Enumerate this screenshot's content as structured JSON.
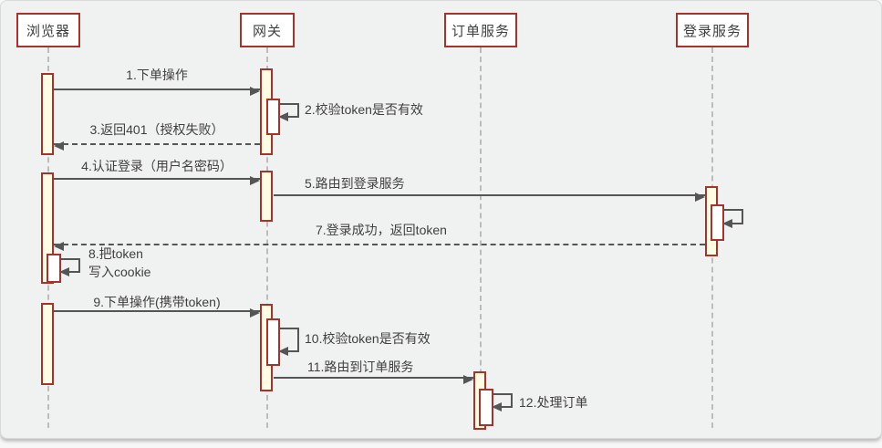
{
  "diagram_type": "uml-sequence",
  "colors": {
    "background": "#f0f1f1",
    "actor_border": "#a5332d",
    "actor_fill": "#ffffff",
    "activation_fill": "#fffce3",
    "activation_border": "#a5332d",
    "message_line": "#555555",
    "lifeline": "#bcbcbc",
    "text": "#3f3f3f"
  },
  "actors": [
    {
      "name": "浏览器"
    },
    {
      "name": "网关"
    },
    {
      "name": "订单服务"
    },
    {
      "name": "登录服务"
    }
  ],
  "messages": {
    "m1": "1.下单操作",
    "m2": "2.校验token是否有效",
    "m3": "3.返回401（授权失败）",
    "m4": "4.认证登录（用户名密码）",
    "m5": "5.路由到登录服务",
    "m7": "7.登录成功，返回token",
    "m8_line1": "8.把token",
    "m8_line2": "写入cookie",
    "m9": "9.下单操作(携带token)",
    "m10": "10.校验token是否有效",
    "m11": "11.路由到订单服务",
    "m12": "12.处理订单"
  },
  "flows": [
    {
      "label": "1.下单操作",
      "from": "浏览器",
      "to": "网关",
      "style": "solid"
    },
    {
      "label": "2.校验token是否有效",
      "from": "网关",
      "to": "网关",
      "style": "self"
    },
    {
      "label": "3.返回401（授权失败）",
      "from": "网关",
      "to": "浏览器",
      "style": "dashed"
    },
    {
      "label": "4.认证登录（用户名密码）",
      "from": "浏览器",
      "to": "网关",
      "style": "solid"
    },
    {
      "label": "5.路由到登录服务",
      "from": "网关",
      "to": "登录服务",
      "style": "solid"
    },
    {
      "label": "",
      "from": "登录服务",
      "to": "登录服务",
      "style": "self"
    },
    {
      "label": "7.登录成功，返回token",
      "from": "登录服务",
      "to": "浏览器",
      "style": "dashed"
    },
    {
      "label": "8.把token 写入cookie",
      "from": "浏览器",
      "to": "浏览器",
      "style": "self"
    },
    {
      "label": "9.下单操作(携带token)",
      "from": "浏览器",
      "to": "网关",
      "style": "solid"
    },
    {
      "label": "10.校验token是否有效",
      "from": "网关",
      "to": "网关",
      "style": "self"
    },
    {
      "label": "11.路由到订单服务",
      "from": "网关",
      "to": "订单服务",
      "style": "solid"
    },
    {
      "label": "12.处理订单",
      "from": "订单服务",
      "to": "订单服务",
      "style": "self"
    }
  ]
}
